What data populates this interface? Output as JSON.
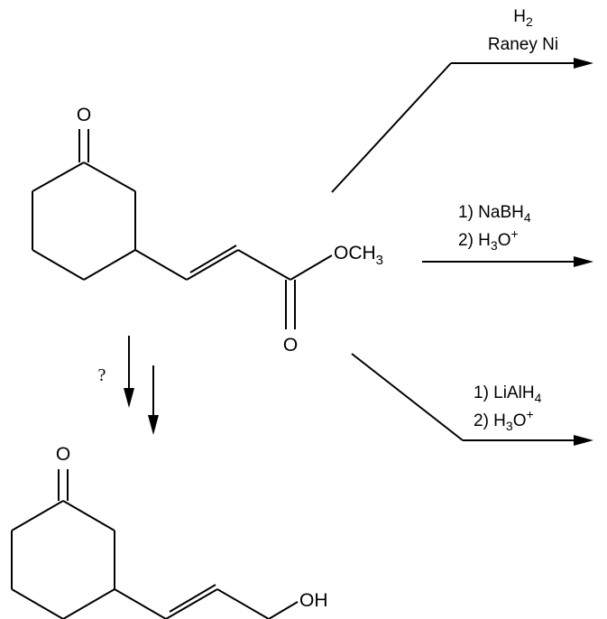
{
  "starting_material": {
    "ketone_o": "O",
    "ester_alkoxy": {
      "prefix": "OCH",
      "sub": "3"
    },
    "ester_carbonyl_o": "O"
  },
  "product": {
    "ketone_o": "O",
    "hydroxyl": "OH"
  },
  "reactions": [
    {
      "line1": {
        "text": "H",
        "sub": "2"
      },
      "line2": {
        "text": "Raney Ni"
      }
    },
    {
      "line1": {
        "text": "1) NaBH",
        "sub": "4"
      },
      "line2": {
        "pre": "2) H",
        "sub": "3",
        "mid": "O",
        "sup": "+"
      }
    },
    {
      "line1": {
        "text": "1) LiAlH",
        "sub": "4"
      },
      "line2": {
        "pre": "2) H",
        "sub": "3",
        "mid": "O",
        "sup": "+"
      }
    }
  ],
  "multistep_label": "?",
  "colors": {
    "ink": "#000000",
    "background": "#ffffff"
  }
}
